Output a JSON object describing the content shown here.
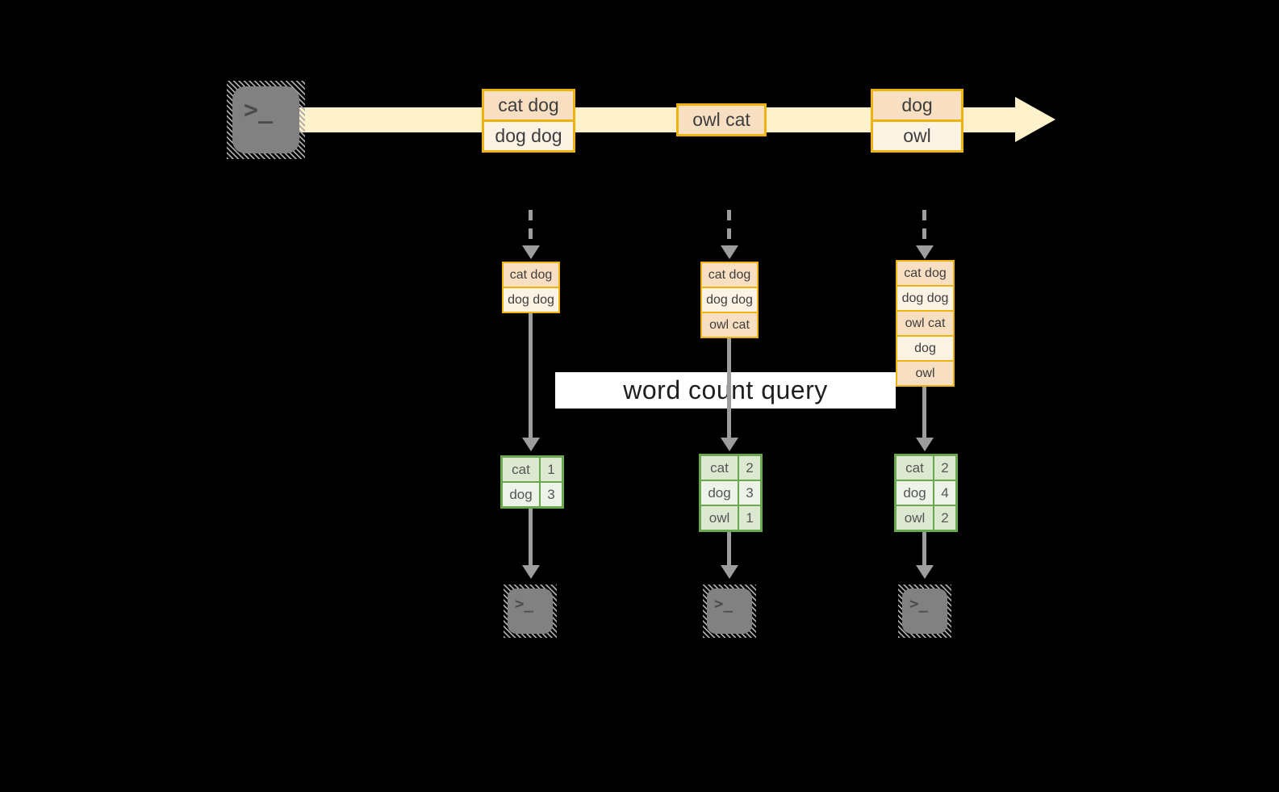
{
  "diagram": {
    "query_label": "word count query",
    "terminal_glyph": ">_",
    "stream": {
      "batches": [
        {
          "records": [
            "cat dog",
            "dog dog"
          ]
        },
        {
          "records": [
            "owl cat"
          ]
        },
        {
          "records": [
            "dog",
            "owl"
          ]
        }
      ]
    },
    "columns": [
      {
        "accumulated_records": [
          "cat dog",
          "dog dog"
        ],
        "word_counts": [
          {
            "word": "cat",
            "count": 1
          },
          {
            "word": "dog",
            "count": 3
          }
        ]
      },
      {
        "accumulated_records": [
          "cat dog",
          "dog dog",
          "owl cat"
        ],
        "word_counts": [
          {
            "word": "cat",
            "count": 2
          },
          {
            "word": "dog",
            "count": 3
          },
          {
            "word": "owl",
            "count": 1
          }
        ]
      },
      {
        "accumulated_records": [
          "cat dog",
          "dog dog",
          "owl cat",
          "dog",
          "owl"
        ],
        "word_counts": [
          {
            "word": "cat",
            "count": 2
          },
          {
            "word": "dog",
            "count": 4
          },
          {
            "word": "owl",
            "count": 2
          }
        ]
      }
    ],
    "colors": {
      "background": "#000000",
      "stream_band": "#fcf1cb",
      "box_border_amber": "#eeb211",
      "cell_peach": "#f8dfc2",
      "cell_cream": "#fdf3e4",
      "table_border_green": "#6aa84f",
      "table_row_sage": "#dde8d1",
      "table_row_light": "#eef3ea",
      "arrow_gray": "#9d9d9d",
      "terminal_gray": "#818181",
      "query_banner_bg": "#ffffff"
    }
  }
}
